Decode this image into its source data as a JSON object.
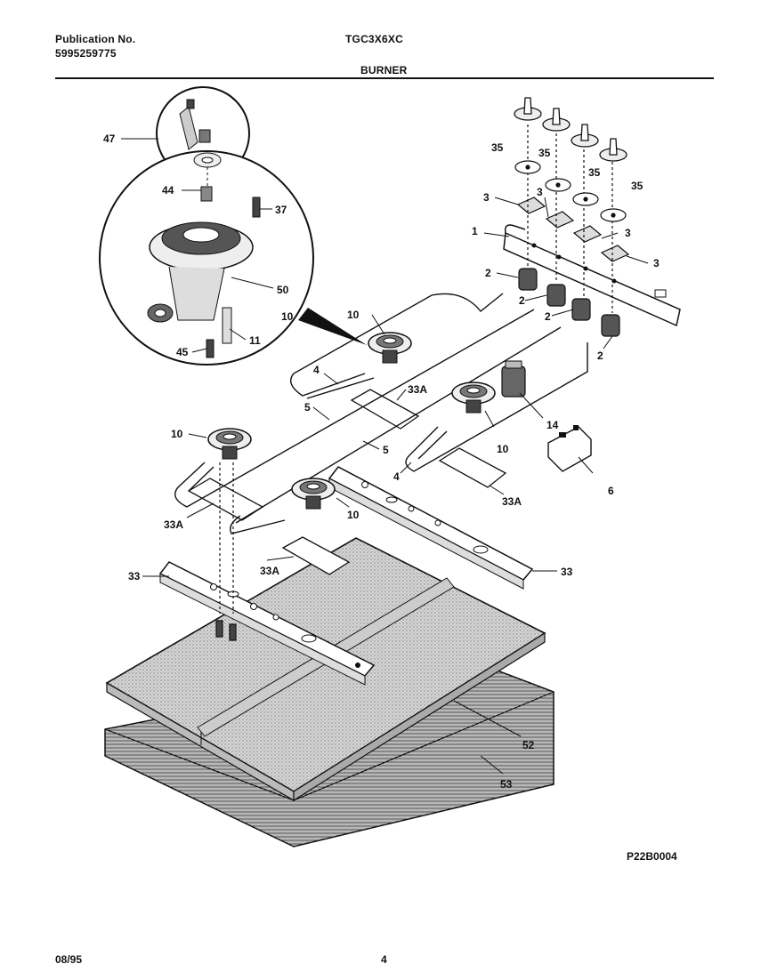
{
  "header": {
    "publication_label": "Publication No.",
    "publication_number": "5995259775",
    "model": "TGC3X6XC",
    "section": "BURNER"
  },
  "diagram_code": "P22B0004",
  "footer": {
    "date": "08/95",
    "page": "4"
  },
  "callouts": {
    "c47": "47",
    "c44": "44",
    "c37": "37",
    "c50": "50",
    "c10_detail": "10",
    "c11": "11",
    "c45": "45",
    "c10_a": "10",
    "c4_a": "4",
    "c5_a": "5",
    "c33a_a": "33A",
    "c10_b": "10",
    "c5_b": "5",
    "c10_c": "10",
    "c4_b": "4",
    "c33a_b": "33A",
    "c33a_c": "33A",
    "c10_d": "10",
    "c33a_d": "33A",
    "c33_left": "33",
    "c33_right": "33",
    "c14": "14",
    "c6": "6",
    "c52": "52",
    "c53": "53",
    "c1": "1",
    "c2_a": "2",
    "c2_b": "2",
    "c2_c": "2",
    "c2_d": "2",
    "c3_a": "3",
    "c3_b": "3",
    "c3_c": "3",
    "c3_d": "3",
    "c35_a": "35",
    "c35_b": "35",
    "c35_c": "35",
    "c35_d": "35"
  }
}
